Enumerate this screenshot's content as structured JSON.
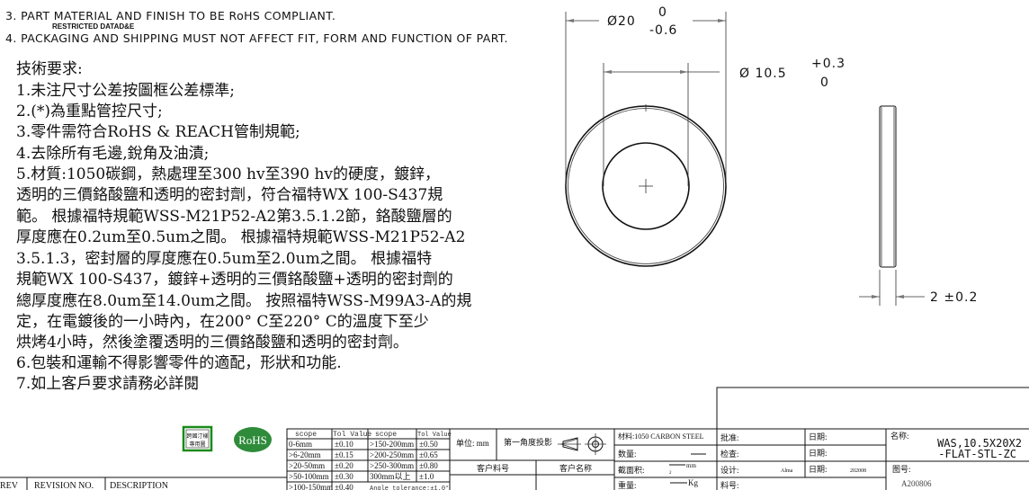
{
  "notes": {
    "note3": "3. PART MATERIAL AND FINISH TO BE RoHS COMPLIANT.",
    "restricted": "RESTRICTED DATAD&E",
    "note4": "4. PACKAGING AND SHIPPING MUST NOT AFFECT FIT, FORM AND FUNCTION OF PART."
  },
  "requirements": {
    "title": "技術要求:",
    "lines": [
      "1.未注尺寸公差按圖框公差標準;",
      "2.(*)為重點管控尺寸;",
      "3.零件需符合RoHS & REACH管制規範;",
      "4.去除所有毛邊,銳角及油漬;",
      "5.材質:1050碳鋼，熱處理至300 hv至390 hv的硬度，鍍鋅，",
      "透明的三價鉻酸鹽和透明的密封劑，符合福特WX 100-S437規",
      "範。 根據福特規範WSS-M21P52-A2第3.5.1.2節，鉻酸鹽層的",
      "厚度應在0.2um至0.5um之間。 根據福特規範WSS-M21P52-A2",
      "3.5.1.3，密封層的厚度應在0.5um至2.0um之間。 根據福特",
      "規範WX 100-S437，鍍鋅+透明的三價鉻酸鹽+透明的密封劑的",
      "總厚度應在8.0um至14.0um之間。 按照福特WSS-M99A3-A的規",
      "定，在電鍍後的一小時內，在200° C至220° C的溫度下至少",
      "烘烤4小時，然後塗覆透明的三價鉻酸鹽和透明的密封劑。",
      "6.包裝和運輸不得影響零件的適配，形狀和功能.",
      "7.如上客戶要求請務必詳閱"
    ]
  },
  "dimensions": {
    "outer_diameter": "Ø20",
    "outer_tol_upper": "0",
    "outer_tol_lower": "-0.6",
    "inner_diameter": "Ø 10.5",
    "inner_tol_upper": "+0.3",
    "inner_tol_lower": "0",
    "thickness": "2 ±0.2"
  },
  "stamps": {
    "special_label_line1": "跨國汀樣",
    "special_label_line2": "專用圖",
    "rohs": "RoHS",
    "rohs_color": "#2e8b3a",
    "special_border_color": "#1a8a1a"
  },
  "revision": {
    "headers": [
      "REV",
      "REVISION NO.",
      "DESCRIPTION"
    ]
  },
  "tolerance_table": {
    "headers": [
      "scope",
      "Tol Value",
      "scope",
      "Tol Value"
    ],
    "rows": [
      [
        "0-6mm",
        "±0.10",
        ">150-200mm",
        "±0.50"
      ],
      [
        ">6-20mm",
        "±0.15",
        ">200-250mm",
        "±0.65"
      ],
      [
        ">20-50mm",
        "±0.20",
        ">250-300mm",
        "±0.80"
      ],
      [
        ">50-100mm",
        "±0.30",
        "300mm以上",
        "±1.0"
      ],
      [
        ">100-150mm",
        "±0.40",
        "Angle tolerance:±1.0°",
        ""
      ]
    ]
  },
  "title_block": {
    "unit": "单位: mm",
    "projection": "第一角度投影",
    "customer_part_no": "客户料号",
    "customer_name": "客户名称",
    "material": "材料:1050 CARBON STEEL",
    "quantity": "数量:",
    "section_area": "截面积:",
    "section_unit": "mm",
    "section_exp": "2",
    "weight": "重量:",
    "weight_unit": "Kg",
    "approved": "批准:",
    "checked": "检查:",
    "designed": "设计:",
    "designer": "Alma",
    "part_no_label": "料号:",
    "date1": "日期:",
    "date2": "日期:",
    "date3": "日期:",
    "date_value": "202008",
    "name_label": "名称:",
    "name_line1": "WAS,10.5X20X2",
    "name_line2": "-FLAT-STL-ZC",
    "drawing_no_label": "图号:",
    "drawing_no": "A200806"
  }
}
